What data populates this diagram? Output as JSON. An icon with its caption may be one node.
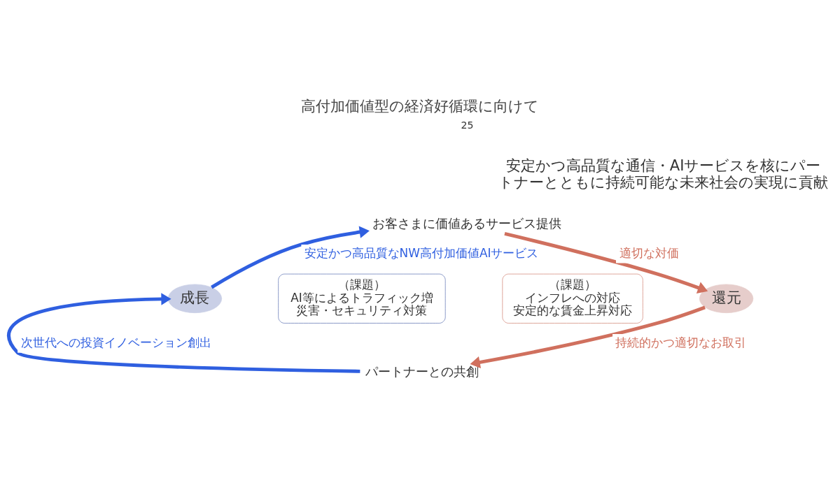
{
  "diagram": {
    "title": "高付加価値型の経済好循環に向けて",
    "nodes": [
      {
        "text": [
          "成長"
        ]
      },
      {
        "text": [
          "還元"
        ]
      },
      {
        "text": [
          "（課題）",
          "AI等によるトラフィック増",
          "災害・セキュリティ対策"
        ]
      },
      {
        "text": [
          "（課題）",
          "インフレへの対応",
          "安定的な賃金上昇対応"
        ]
      },
      {
        "text": [
          "お客さまに価値あるサービス提供"
        ]
      },
      {
        "text": [
          "パートナーとの共創"
        ]
      }
    ],
    "edges": [
      {
        "from": 0,
        "to": 4,
        "arrow": "to",
        "label": "安定かつ高品質なNW高付加価値AIサービス",
        "color": "#2f5fe0"
      },
      {
        "from": 4,
        "to": 1,
        "arrow": "to",
        "label": "適切な対価",
        "color": "#d0705e"
      },
      {
        "from": 1,
        "to": 5,
        "arrow": "to",
        "label": "持続的かつ適切なお取引",
        "color": "#d0705e"
      },
      {
        "from": 5,
        "to": 0,
        "arrow": "to",
        "label": "次世代への投資イノベーション創出",
        "color": "#2f5fe0"
      }
    ],
    "labels": [
      "25",
      "安定かつ高品質な通信・AIサービスを核にパートナーとともに持続可能な未来社会の実現に貢献"
    ]
  }
}
